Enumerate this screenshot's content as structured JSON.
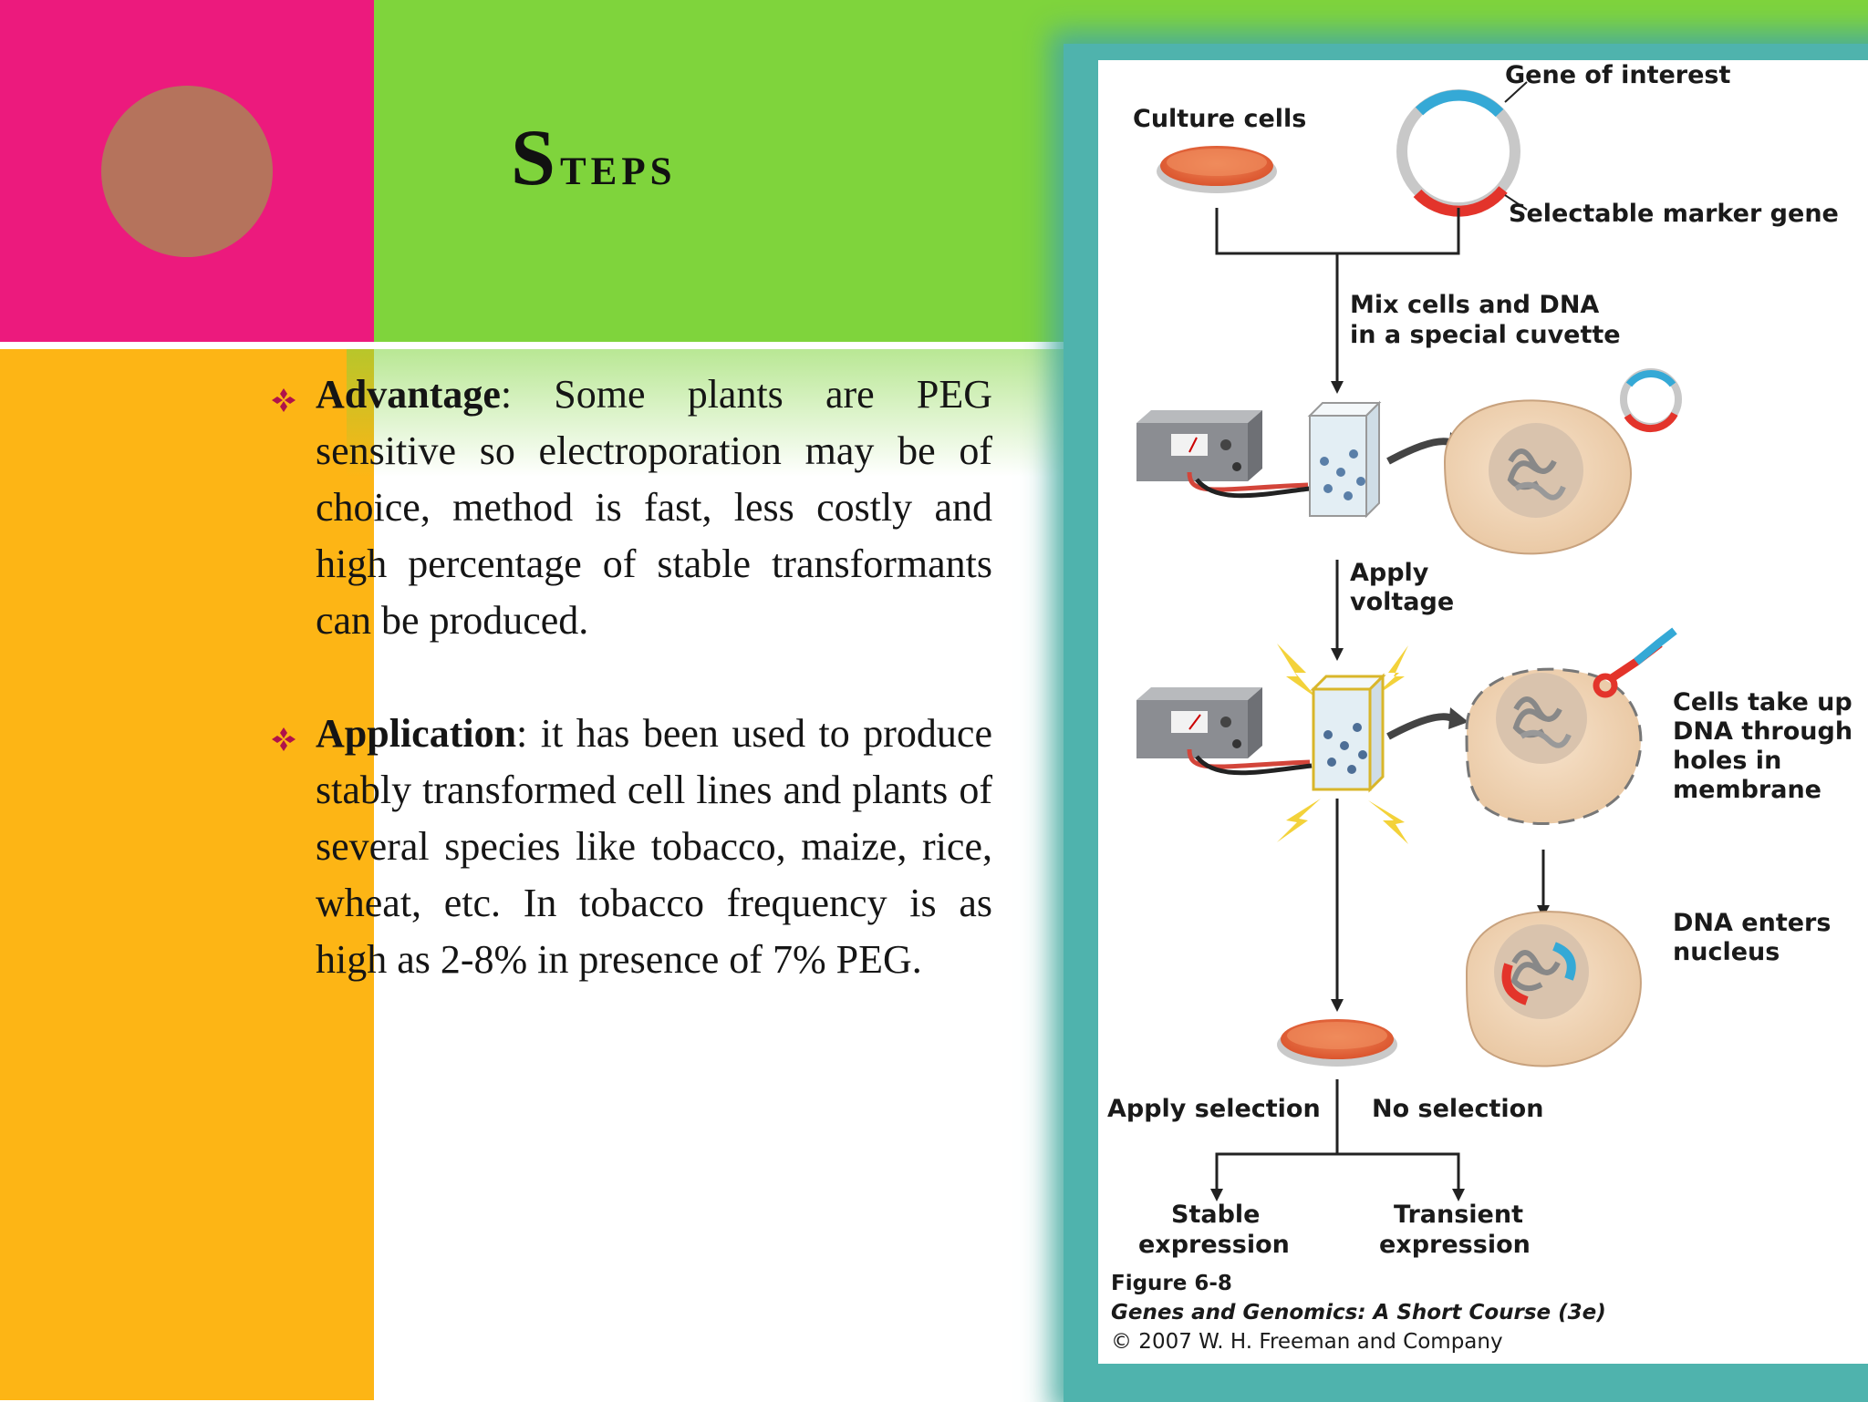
{
  "slide": {
    "title_first": "S",
    "title_rest": "teps",
    "bullets": [
      {
        "label": "Advantage",
        "text": ": Some plants are PEG sensitive so electroporation may be of choice, method is fast, less costly and high percentage of stable transformants can be produced."
      },
      {
        "label": "Application",
        "text": ": it has been used to produce stably transformed cell lines and plants of several species like tobacco, maize, rice, wheat, etc. In tobacco frequency is as high as 2-8% in presence of 7% PEG."
      }
    ],
    "colors": {
      "pink": "#ec1a7d",
      "green": "#7fd43c",
      "orange": "#fdb515",
      "circle": "#b5735c",
      "bullet": "#b0124a"
    }
  },
  "figure": {
    "labels": {
      "culture_cells": "Culture cells",
      "gene_of_interest": "Gene of interest",
      "selectable_marker": "Selectable marker gene",
      "mix_line1": "Mix cells and DNA",
      "mix_line2": "in a special cuvette",
      "apply_line1": "Apply",
      "apply_line2": "voltage",
      "cells_take_line1": "Cells take up",
      "cells_take_line2": "DNA through",
      "cells_take_line3": "holes in",
      "cells_take_line4": "membrane",
      "dna_enters_line1": "DNA enters",
      "dna_enters_line2": "nucleus",
      "apply_selection": "Apply selection",
      "no_selection": "No selection",
      "stable_line1": "Stable",
      "stable_line2": "expression",
      "transient_line1": "Transient",
      "transient_line2": "expression"
    },
    "caption": {
      "number": "Figure 6-8",
      "book": "Genes and Genomics: A Short Course (3e)",
      "copyright": "© 2007 W. H. Freeman and Company"
    },
    "icons": [
      "culture-dish-icon",
      "plasmid-icon",
      "voltage-generator-icon",
      "cuvette-icon",
      "cell-icon",
      "lightning-icon"
    ]
  }
}
